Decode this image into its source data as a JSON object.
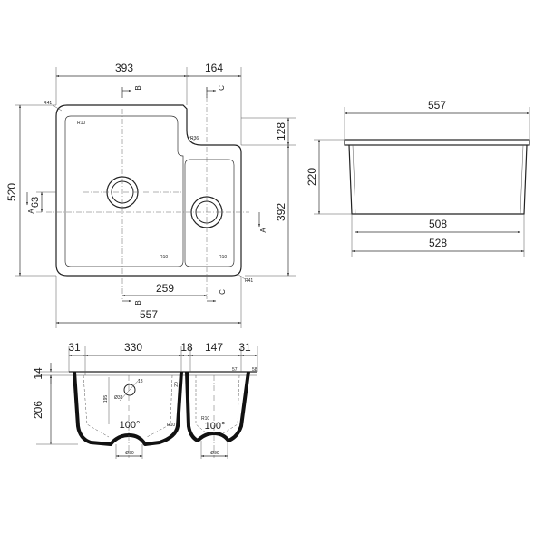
{
  "top_view": {
    "dims": {
      "large_bowl_width": "393",
      "small_bowl_width": "164",
      "overall_depth": "520",
      "corner_step": "128",
      "small_bowl_depth": "392",
      "waste_offset": "63",
      "small_waste_offset": "259",
      "overall_width": "557"
    },
    "section_marks": {
      "a": "A",
      "b": "B",
      "c": "C"
    },
    "radii": {
      "r41_tl": "R41",
      "r10_tl": "R10",
      "r36": "R36",
      "r10_bl": "R10",
      "r10_br": "R10",
      "r41_br": "R41"
    }
  },
  "side_view": {
    "dims": {
      "top_width": "557",
      "height": "220",
      "bottom_inner": "508",
      "bottom_outer": "528"
    }
  },
  "section_view": {
    "dims": {
      "left_wall": "31",
      "large_bowl": "330",
      "divider": "18",
      "small_bowl": "147",
      "right_wall": "31",
      "rim": "14",
      "depth": "206",
      "inner_195": "195",
      "dim_20": "20",
      "angle_left": "100°",
      "angle_right": "100°",
      "drain_left": "Ø90",
      "drain_right": "Ø90",
      "overflow_dia": "Ø32",
      "overflow_offset": "18",
      "r10_left": "R10",
      "r10_right": "R10",
      "tiny_57": "57",
      "tiny_58": "58"
    }
  }
}
